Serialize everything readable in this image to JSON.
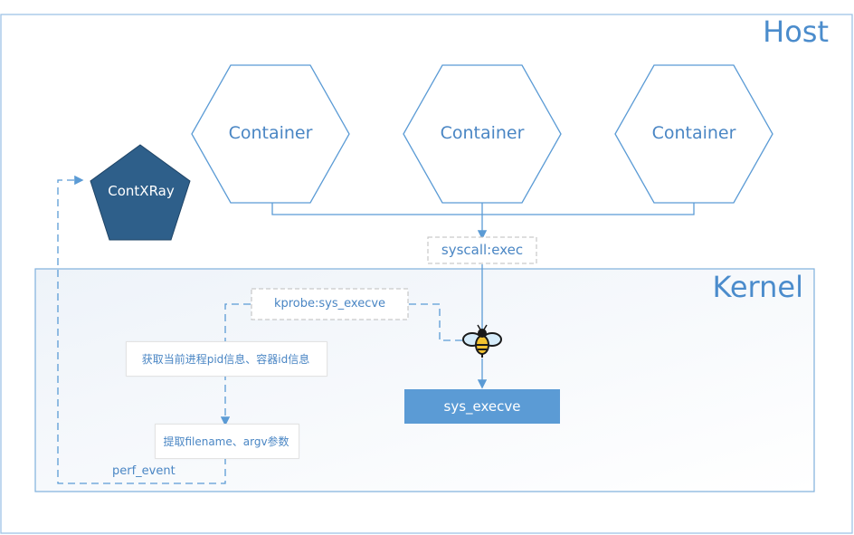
{
  "host": {
    "label": "Host"
  },
  "kernel": {
    "label": "Kernel"
  },
  "containers": [
    {
      "label": "Container"
    },
    {
      "label": "Container"
    },
    {
      "label": "Container"
    }
  ],
  "contxray": {
    "label": "ContXRay"
  },
  "syscall": {
    "label": "syscall:exec"
  },
  "kprobe": {
    "label": "kprobe:sys_execve"
  },
  "step1": {
    "label": "获取当前进程pid信息、容器id信息"
  },
  "step2": {
    "label": "提取filename、argv参数"
  },
  "perf_event": {
    "label": "perf_event"
  },
  "sys_execve": {
    "label": "sys_execve"
  },
  "bee": {
    "icon": "ebpf-bee-icon"
  },
  "colors": {
    "accent": "#5b9bd5",
    "pentagon": "#2e5f8a",
    "border": "#9fc3e6",
    "kernel_fill": "#f3f7fb"
  }
}
